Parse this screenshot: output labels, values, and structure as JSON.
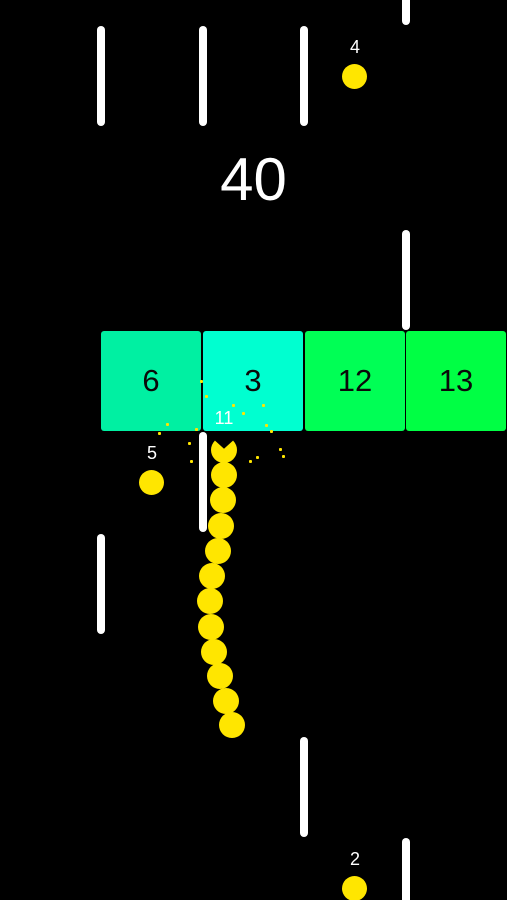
{
  "score": "40",
  "blocks": [
    {
      "value": "6",
      "color": "#00f0a2"
    },
    {
      "value": "3",
      "color": "#00ffd0"
    },
    {
      "value": "12",
      "color": "#00ff55"
    },
    {
      "value": "13",
      "color": "#00ff44"
    }
  ],
  "pellets": [
    {
      "value": "4"
    },
    {
      "value": "5"
    },
    {
      "value": "2"
    }
  ],
  "snake": {
    "length": "11",
    "color": "#ffe600"
  }
}
